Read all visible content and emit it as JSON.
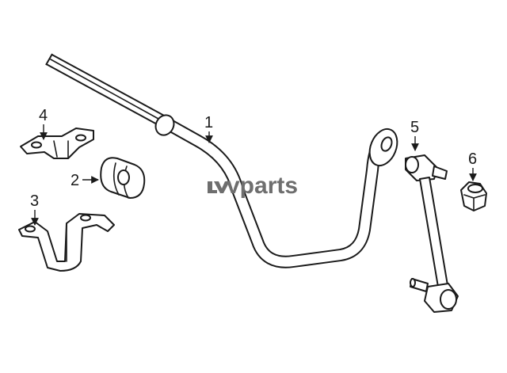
{
  "callouts": {
    "part1": "1",
    "part2": "2",
    "part3": "3",
    "part4": "4",
    "part5": "5",
    "part6": "6"
  },
  "watermark": {
    "text": "vparts",
    "color": "#6e6e6e"
  },
  "colors": {
    "line": "#1a1a1a",
    "fill": "#ffffff"
  }
}
